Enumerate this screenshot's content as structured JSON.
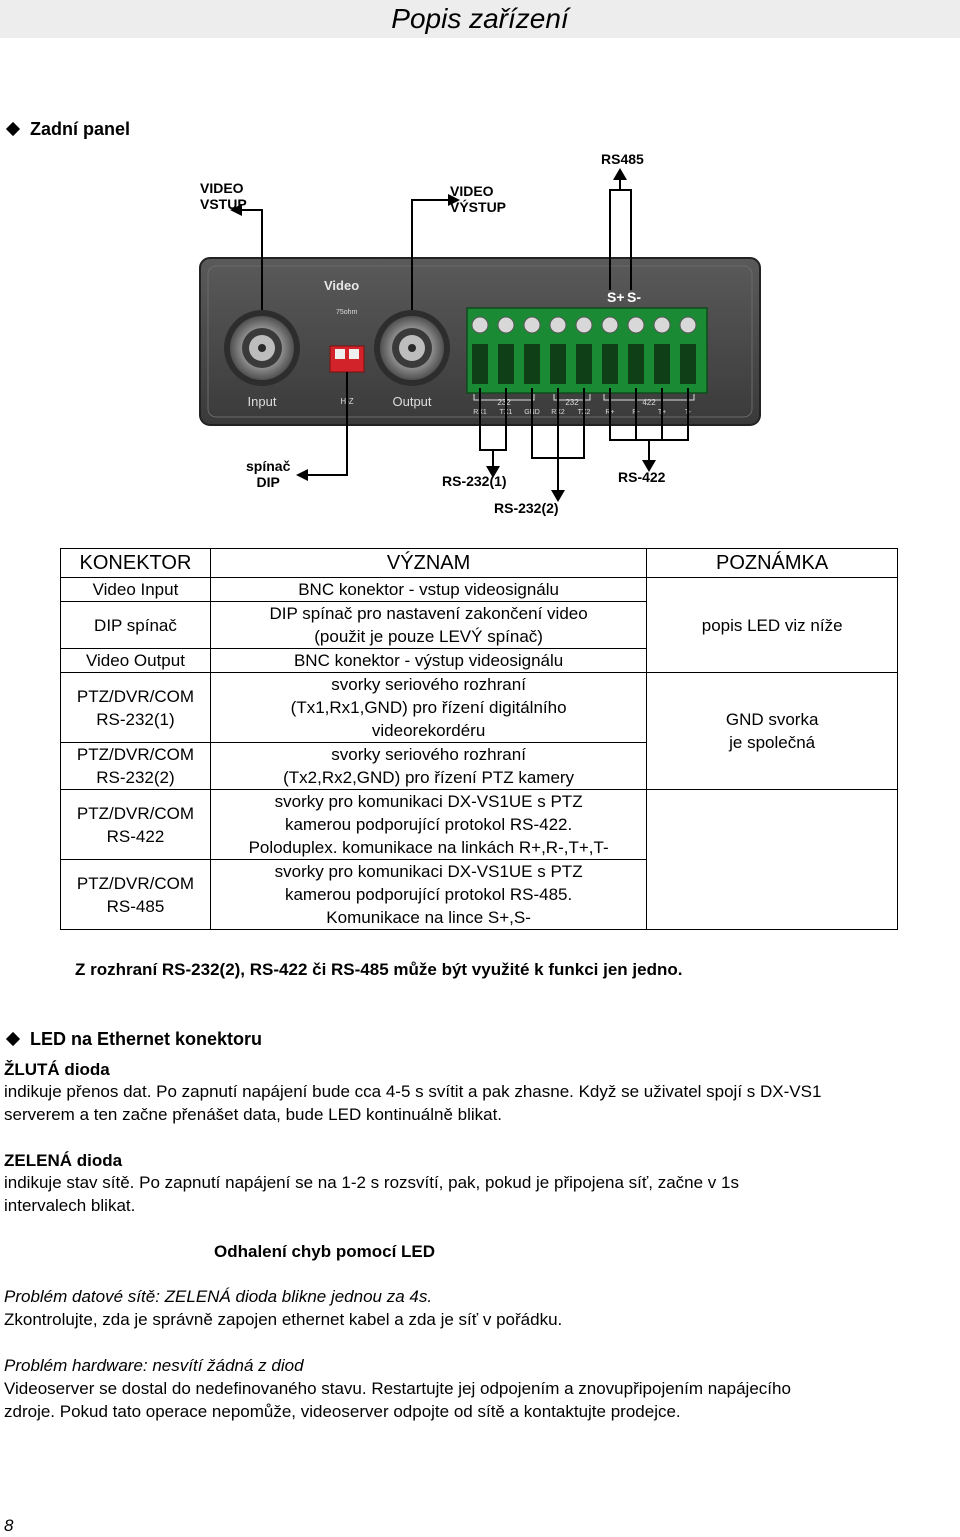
{
  "page": {
    "title": "Popis zařízení",
    "page_number": "8"
  },
  "section_rear": {
    "heading": "Zadní panel",
    "callouts": {
      "video_in": [
        "VIDEO",
        "VSTUP"
      ],
      "video_out": [
        "VIDEO",
        "VÝSTUP"
      ],
      "rs485": "RS485",
      "dip": [
        "spínač",
        "DIP"
      ],
      "rs232_1": "RS-232(1)",
      "rs232_2": "RS-232(2)",
      "rs422": "RS-422"
    },
    "panel_labels": {
      "video": "Video",
      "ohm": "75ohm",
      "input": "Input",
      "output": "Output",
      "hz": "H-Z",
      "splus": "S+",
      "sminus": "S-",
      "g232a": "232",
      "g232b": "232",
      "g422": "422",
      "terminals": [
        "RX1",
        "TX1",
        "GND",
        "RX2",
        "TX2",
        "R+",
        "R-",
        "T+",
        "T-"
      ]
    }
  },
  "table": {
    "headers": [
      "KONEKTOR",
      "VÝZNAM",
      "POZNÁMKA"
    ],
    "rows": [
      {
        "konektor": "Video Input",
        "vyznam": "BNC konektor - vstup videosignálu"
      },
      {
        "konektor": "DIP spínač",
        "vyznam": [
          "DIP spínač pro nastavení zakončení video",
          "(použit je pouze LEVÝ spínač)"
        ]
      },
      {
        "konektor": "Video Output",
        "vyznam": "BNC konektor - výstup videosignálu"
      },
      {
        "konektor": [
          "PTZ/DVR/COM",
          "RS-232(1)"
        ],
        "vyznam": [
          "svorky seriového rozhraní",
          "(Tx1,Rx1,GND) pro řízení digitálního",
          "videorekordéru"
        ]
      },
      {
        "konektor": [
          "PTZ/DVR/COM",
          "RS-232(2)"
        ],
        "vyznam": [
          "svorky seriového rozhraní",
          "(Tx2,Rx2,GND) pro řízení PTZ kamery"
        ]
      },
      {
        "konektor": [
          "PTZ/DVR/COM",
          "RS-422"
        ],
        "vyznam": [
          "svorky pro komunikaci DX-VS1UE s PTZ",
          "kamerou podporující protokol RS-422.",
          "Poloduplex. komunikace na linkách R+,R-,T+,T-"
        ]
      },
      {
        "konektor": [
          "PTZ/DVR/COM",
          "RS-485"
        ],
        "vyznam": [
          "svorky pro komunikaci DX-VS1UE s PTZ",
          "kamerou podporující protokol RS-485.",
          "Komunikace na lince S+,S-"
        ]
      }
    ],
    "note_led": "popis LED viz níže",
    "note_gnd": [
      "GND svorka",
      "je společná"
    ]
  },
  "note_single": "Z rozhraní RS-232(2), RS-422 či RS-485 může být využité k funkci jen jedno.",
  "section_led": {
    "heading": "LED na Ethernet konektoru",
    "yellow_title": "ŽLUTÁ dioda",
    "yellow_lines": [
      "indikuje přenos dat. Po zapnutí napájení bude cca 4-5 s svítit a pak zhasne. Když se uživatel spojí s DX-VS1",
      "serverem a ten začne přenášet data, bude LED kontinuálně blikat."
    ],
    "green_title": "ZELENÁ dioda",
    "green_lines": [
      "indikuje stav sítě. Po zapnutí napájení se na 1-2 s rozsvítí, pak, pokud je připojena síť, začne v 1s",
      "intervalech blikat."
    ],
    "troubleshoot_title": "Odhalení chyb pomocí LED",
    "problem1_title": "Problém datové sítě: ZELENÁ dioda blikne jednou za 4s.",
    "problem1_text": "Zkontrolujte, zda je správně zapojen ethernet kabel a zda je síť v pořádku.",
    "problem2_title": "Problém hardware: nesvítí žádná z diod",
    "problem2_lines": [
      "Videoserver se dostal do nedefinovaného stavu. Restartujte jej odpojením a znovupřipojením napájecího",
      "zdroje. Pokud tato operace nepomůže, videoserver odpojte od sítě a kontaktujte prodejce."
    ]
  }
}
